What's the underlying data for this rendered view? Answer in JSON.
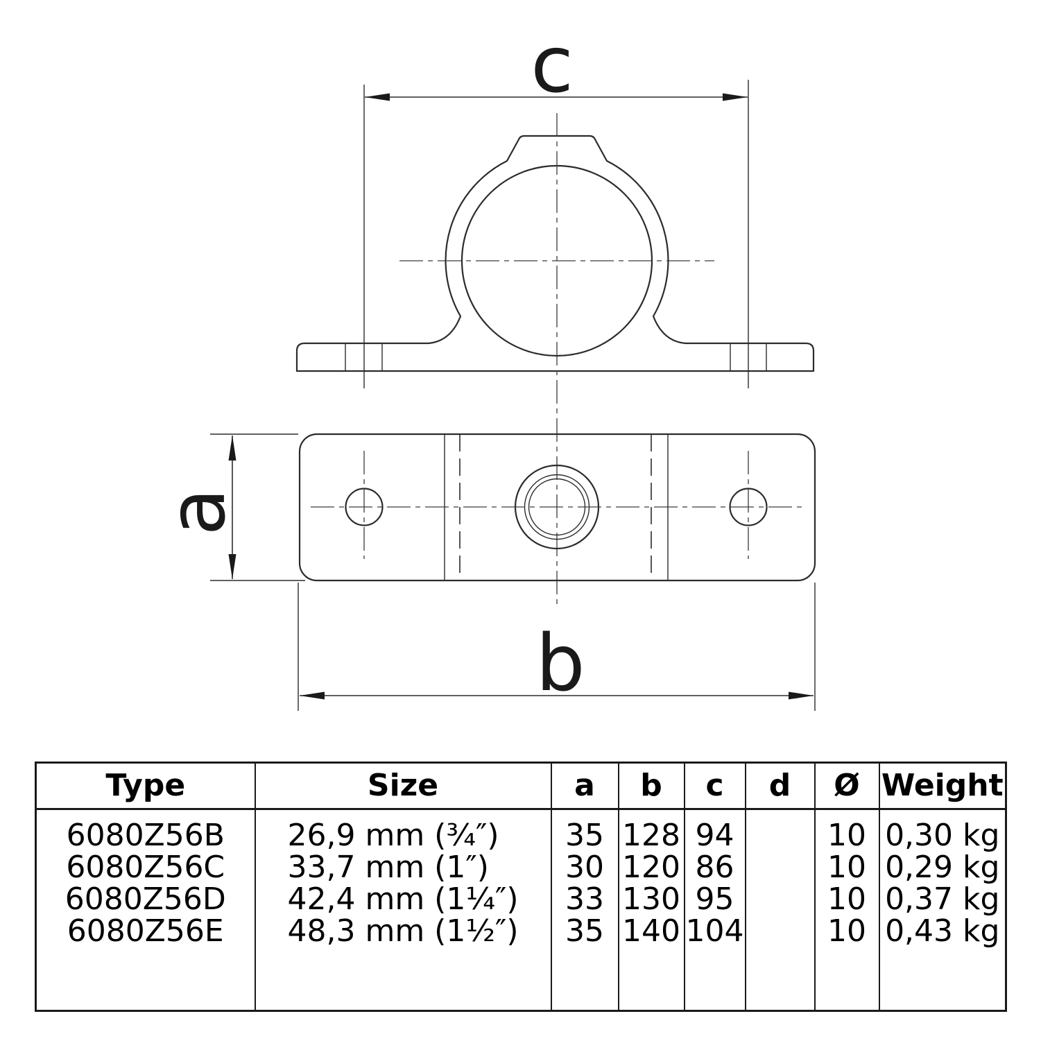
{
  "drawing": {
    "dim_labels": {
      "c": "c",
      "a": "a",
      "b": "b"
    }
  },
  "table": {
    "headers": {
      "type": "Type",
      "size": "Size",
      "a": "a",
      "b": "b",
      "c": "c",
      "d": "d",
      "dia": "Ø",
      "weight": "Weight"
    },
    "rows": [
      {
        "type": "6080Z56B",
        "size": "26,9 mm (¾″)",
        "a": "35",
        "b": "128",
        "c": "94",
        "d": "",
        "dia": "10",
        "weight": "0,30 kg"
      },
      {
        "type": "6080Z56C",
        "size": "33,7 mm (1″)",
        "a": "30",
        "b": "120",
        "c": "86",
        "d": "",
        "dia": "10",
        "weight": "0,29 kg"
      },
      {
        "type": "6080Z56D",
        "size": "42,4 mm (1¼″)",
        "a": "33",
        "b": "130",
        "c": "95",
        "d": "",
        "dia": "10",
        "weight": "0,37 kg"
      },
      {
        "type": "6080Z56E",
        "size": "48,3 mm (1½″)",
        "a": "35",
        "b": "140",
        "c": "104",
        "d": "",
        "dia": "10",
        "weight": "0,43 kg"
      }
    ]
  }
}
